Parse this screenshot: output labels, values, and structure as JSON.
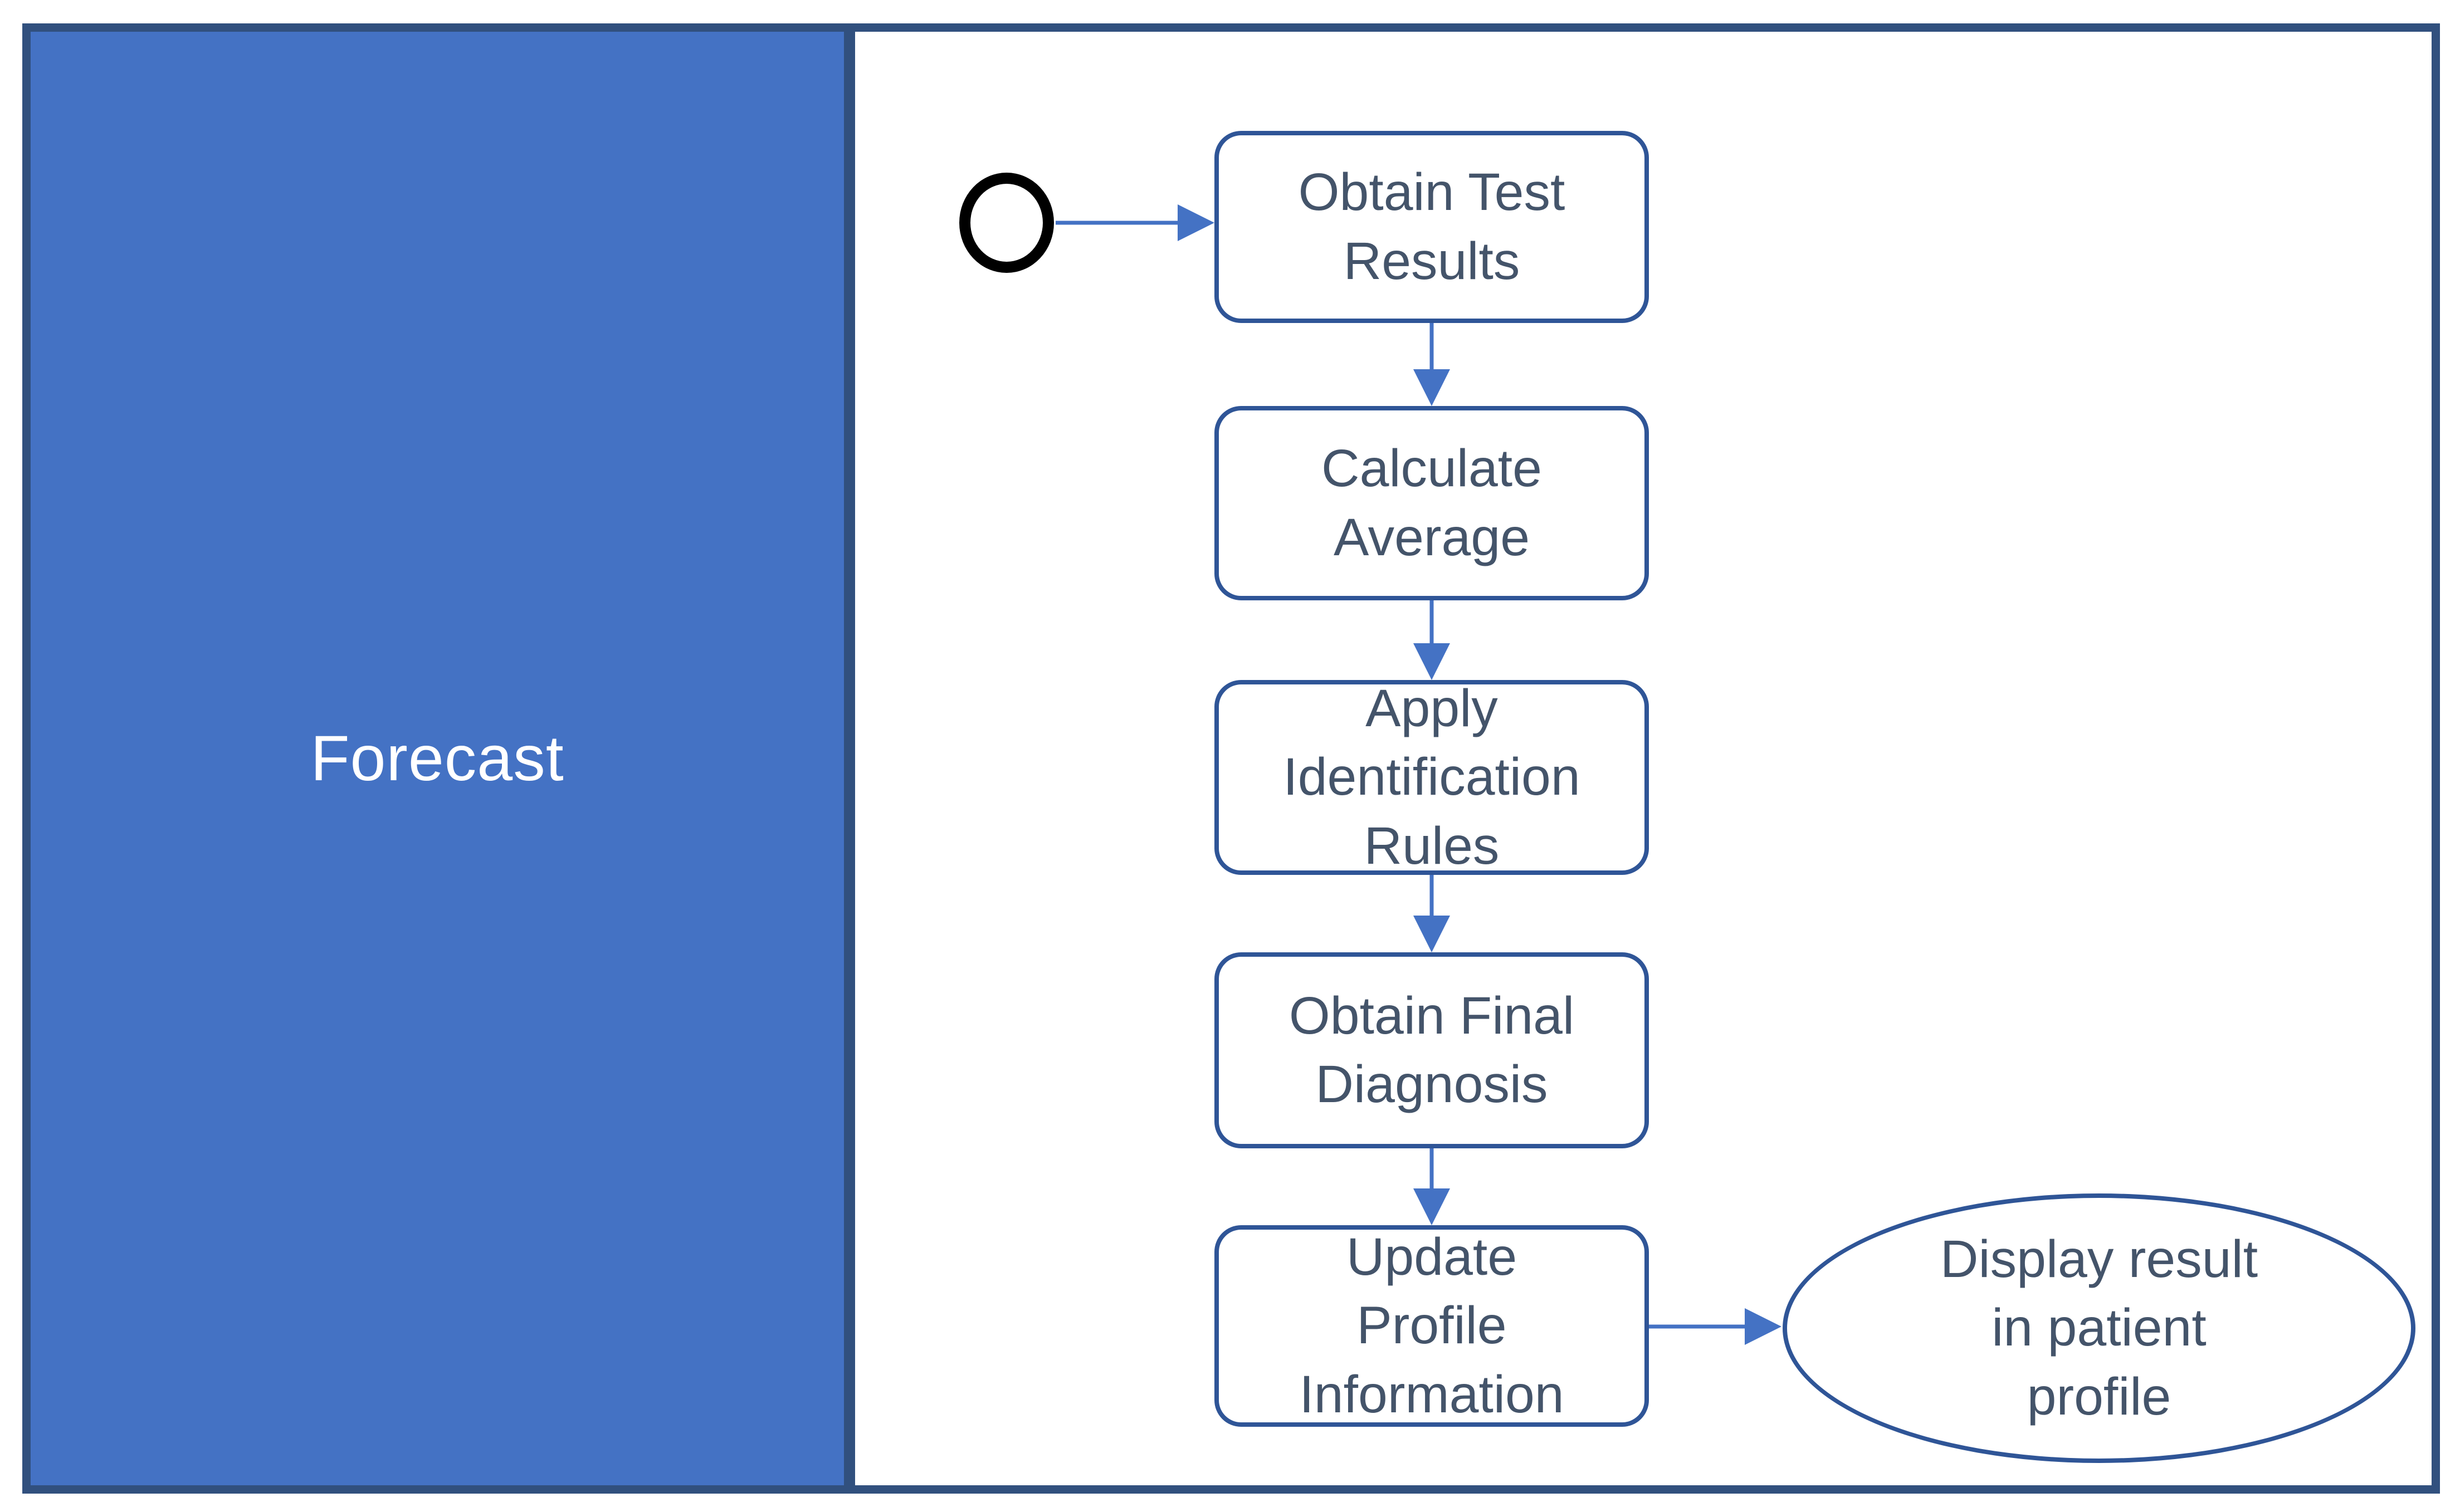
{
  "lane": {
    "label": "Forecast"
  },
  "nodes": {
    "start": {
      "type": "start-event"
    },
    "obtain_test_results": {
      "label": "Obtain Test\nResults"
    },
    "calculate_average": {
      "label": "Calculate\nAverage"
    },
    "apply_identification_rules": {
      "label": "Apply\nIdentification\nRules"
    },
    "obtain_final_diagnosis": {
      "label": "Obtain Final\nDiagnosis"
    },
    "update_profile_information": {
      "label": "Update\nProfile\nInformation"
    },
    "display_result_in_patient_profile": {
      "label": "Display result\nin patient\nprofile"
    }
  },
  "colors": {
    "lane_fill": "#4472C4",
    "lane_label": "#FFFFFF",
    "frame_border": "#31507E",
    "node_border": "#2F5597",
    "node_text": "#44546A",
    "arrow": "#4472C4",
    "start_event_stroke": "#000000"
  }
}
